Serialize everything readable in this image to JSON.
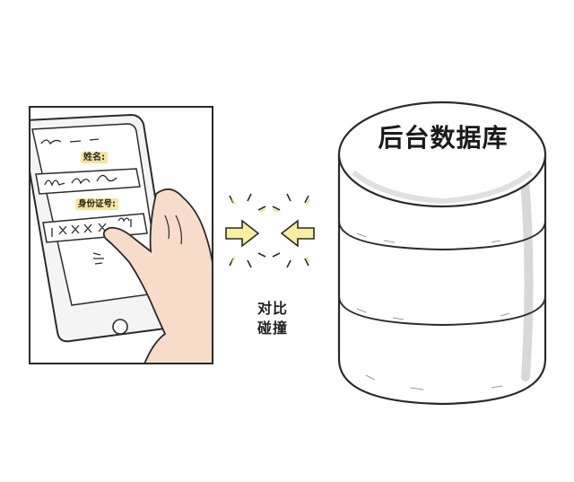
{
  "phone": {
    "name_label": "姓名:",
    "id_label": "身份证号:"
  },
  "compare": {
    "line1": "对比",
    "line2": "碰撞"
  },
  "database": {
    "title": "后台数据库"
  },
  "colors": {
    "label_highlight": "#f5e69c",
    "arrow_fill": "#f7eea0",
    "spark": "#f3dd61",
    "hand_fill": "#f6dcc9",
    "outline": "#2a2a2a"
  }
}
